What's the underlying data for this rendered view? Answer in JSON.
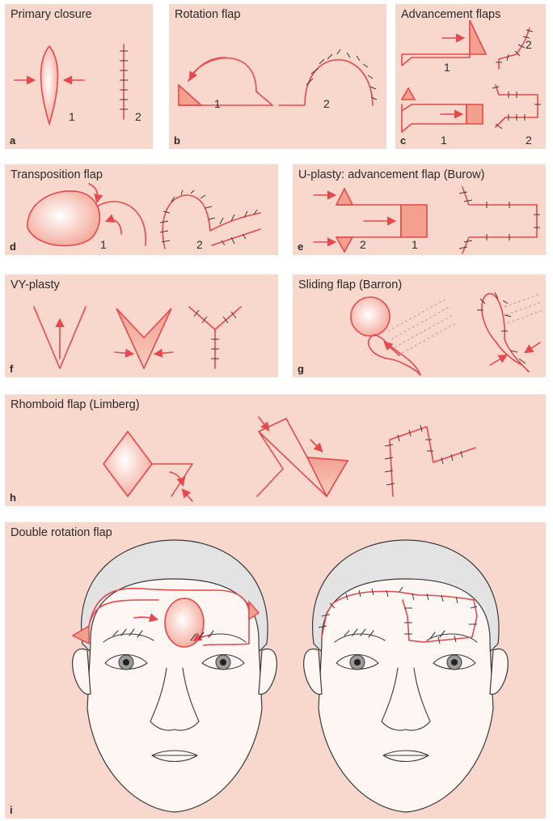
{
  "panels": {
    "a": {
      "title": "Primary closure",
      "letter": "a",
      "nums": [
        "1",
        "2"
      ]
    },
    "b": {
      "title": "Rotation flap",
      "letter": "b",
      "nums": [
        "1",
        "2"
      ]
    },
    "c": {
      "title": "Advancement flaps",
      "letter": "c",
      "nums": [
        "1",
        "2",
        "1",
        "2"
      ]
    },
    "d": {
      "title": "Transposition flap",
      "letter": "d",
      "nums": [
        "1",
        "2"
      ]
    },
    "e": {
      "title": "U-plasty: advancement flap (Burow)",
      "letter": "e",
      "nums": [
        "2",
        "1"
      ]
    },
    "f": {
      "title": "VY-plasty",
      "letter": "f"
    },
    "g": {
      "title": "Sliding flap (Barron)",
      "letter": "g"
    },
    "h": {
      "title": "Rhomboid flap (Limberg)",
      "letter": "h"
    },
    "i": {
      "title": "Double rotation flap",
      "letter": "i"
    }
  },
  "colors": {
    "panel_bg": "#f8d8cc",
    "line": "#e8474d",
    "fill": "#f3a08f",
    "suture": "#3a3a3a"
  }
}
